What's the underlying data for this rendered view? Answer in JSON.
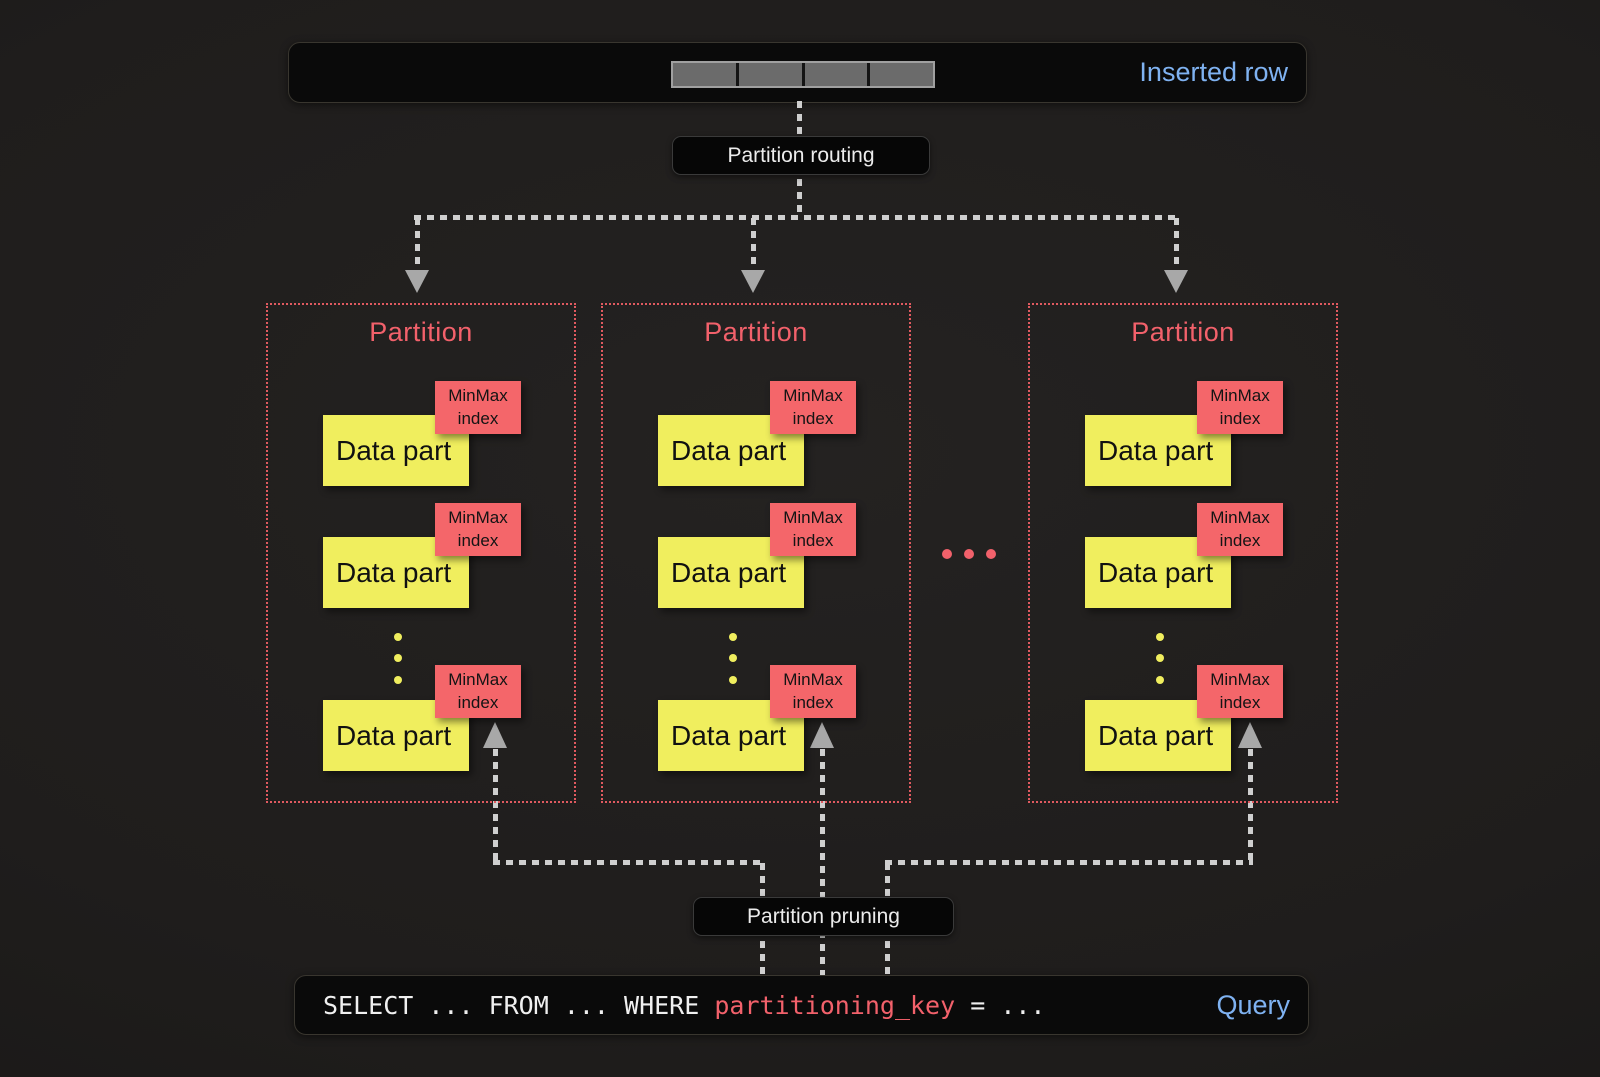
{
  "inserted_row": {
    "label": "Inserted row",
    "segment_count": 4
  },
  "labels": {
    "routing": "Partition routing",
    "pruning": "Partition pruning"
  },
  "partitions": [
    {
      "title": "Partition",
      "data_parts": [
        {
          "label": "Data part",
          "index_label": "MinMax index"
        },
        {
          "label": "Data part",
          "index_label": "MinMax index"
        },
        {
          "label": "Data part",
          "index_label": "MinMax index"
        }
      ]
    },
    {
      "title": "Partition",
      "data_parts": [
        {
          "label": "Data part",
          "index_label": "MinMax index"
        },
        {
          "label": "Data part",
          "index_label": "MinMax index"
        },
        {
          "label": "Data part",
          "index_label": "MinMax index"
        }
      ]
    },
    {
      "title": "Partition",
      "data_parts": [
        {
          "label": "Data part",
          "index_label": "MinMax index"
        },
        {
          "label": "Data part",
          "index_label": "MinMax index"
        },
        {
          "label": "Data part",
          "index_label": "MinMax index"
        }
      ]
    }
  ],
  "query": {
    "sql_before": "SELECT ... FROM ... WHERE ",
    "sql_key": "partitioning_key",
    "sql_after": " = ...",
    "label": "Query"
  },
  "colors": {
    "salmon": "#f2616b",
    "salmon_fill": "#f4666a",
    "salmon_border": "#e05a60",
    "yellow": "#f0ee5e",
    "blue": "#7fb2f1",
    "arrow": "#a8a8a8",
    "dash": "#cfcfcf"
  }
}
